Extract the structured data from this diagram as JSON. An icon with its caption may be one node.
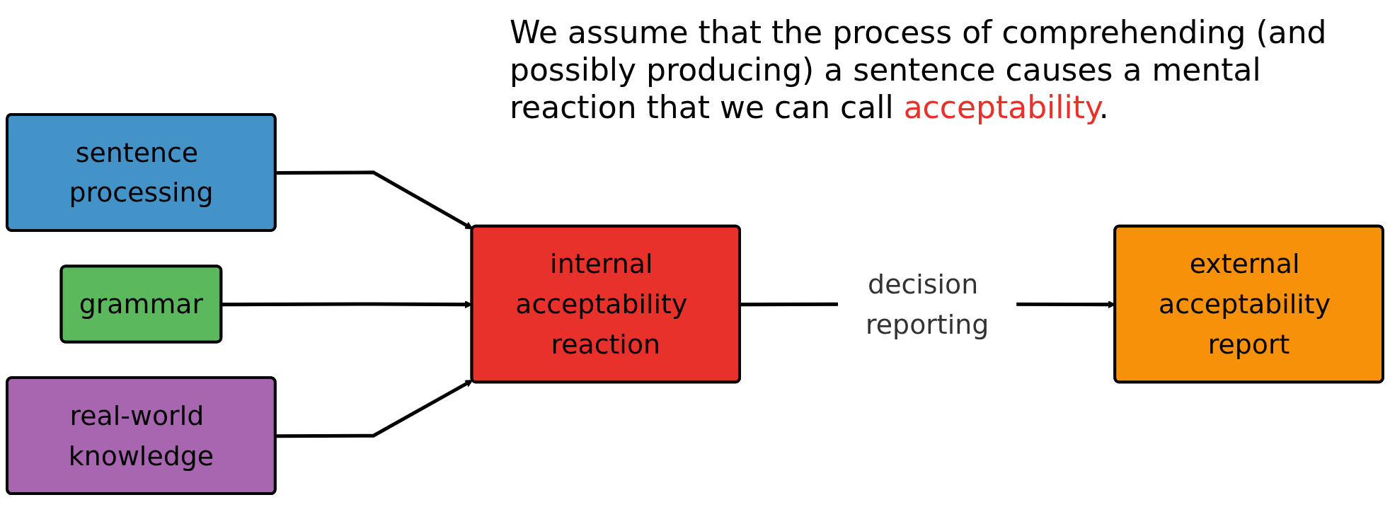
{
  "diagram": {
    "nodes": [
      {
        "text": [
          "sentence processing"
        ]
      },
      {
        "text": [
          "grammar"
        ]
      },
      {
        "text": [
          "real-world knowledge"
        ]
      },
      {
        "text": [
          "internal acceptability reaction"
        ]
      },
      {
        "text": [
          "external acceptability report"
        ]
      }
    ],
    "edges": [
      {
        "from": 0,
        "to": 3,
        "arrow": "to"
      },
      {
        "from": 1,
        "to": 3,
        "arrow": "to"
      },
      {
        "from": 2,
        "to": 3,
        "arrow": "to"
      },
      {
        "from": 3,
        "to": 4,
        "arrow": "to",
        "label": "decision reporting"
      }
    ],
    "labels": [
      "We assume that the process of comprehending (and possibly producing) a sentence causes a mental reaction that we can call acceptability."
    ]
  }
}
